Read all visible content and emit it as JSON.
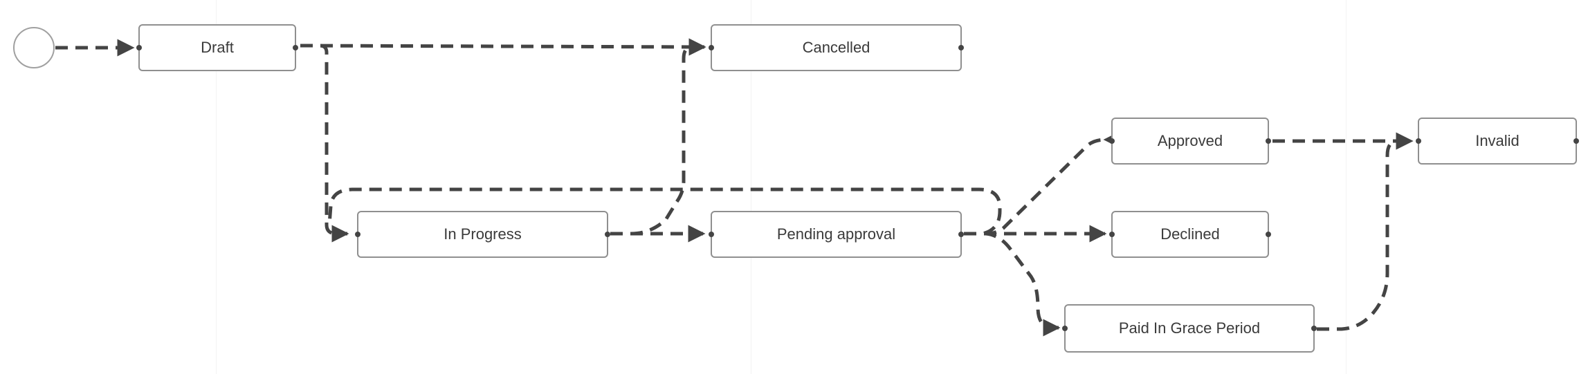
{
  "diagram": {
    "type": "state-machine",
    "colors": {
      "edge": "#444444",
      "node_border": "#8f8f8f",
      "text": "#3a3a3a"
    },
    "states": {
      "draft": "Draft",
      "cancelled": "Cancelled",
      "approved": "Approved",
      "invalid": "Invalid",
      "in_progress": "In Progress",
      "pending_approval": "Pending approval",
      "declined": "Declined",
      "paid_in_grace_period": "Paid In Grace Period"
    },
    "transitions": [
      {
        "from": "start",
        "to": "Draft"
      },
      {
        "from": "Draft",
        "to": "Cancelled"
      },
      {
        "from": "Draft",
        "to": "In Progress"
      },
      {
        "from": "In Progress",
        "to": "Cancelled"
      },
      {
        "from": "In Progress",
        "to": "Pending approval"
      },
      {
        "from": "Pending approval",
        "to": "In Progress"
      },
      {
        "from": "Pending approval",
        "to": "Approved"
      },
      {
        "from": "Pending approval",
        "to": "Declined"
      },
      {
        "from": "Pending approval",
        "to": "Paid In Grace Period"
      },
      {
        "from": "Approved",
        "to": "Invalid"
      },
      {
        "from": "Paid In Grace Period",
        "to": "Invalid"
      }
    ]
  }
}
